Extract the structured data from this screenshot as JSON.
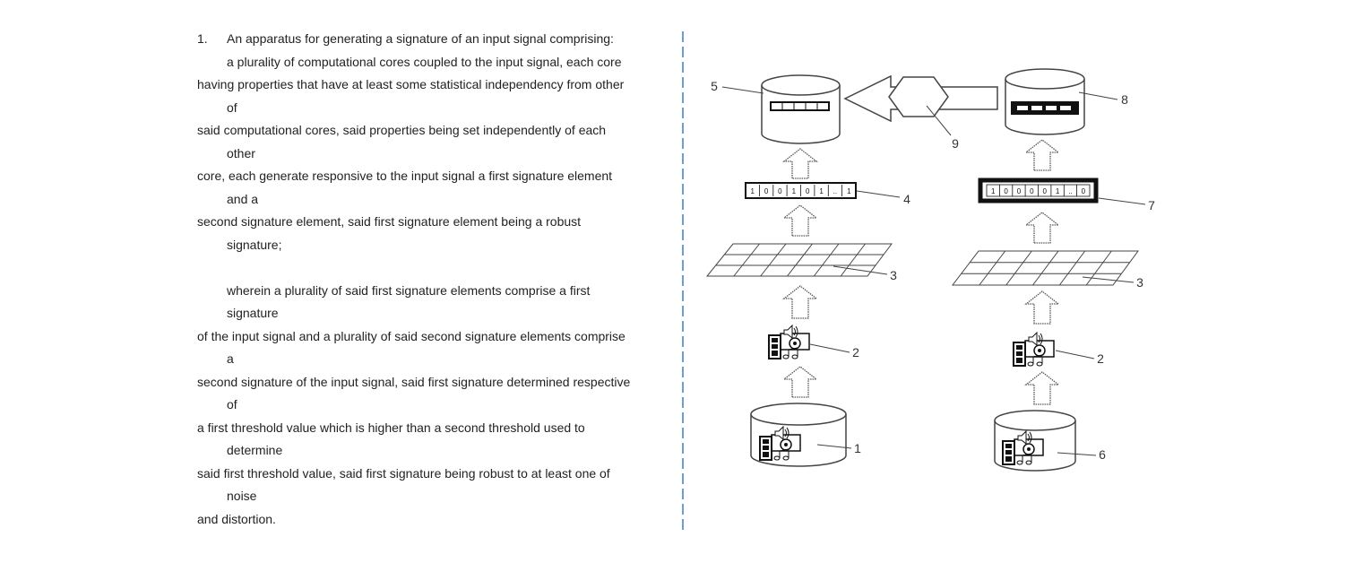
{
  "claim": {
    "number": "1.",
    "lines": [
      "An apparatus for generating a signature of an input signal comprising:",
      "a plurality of computational cores coupled to the input signal, each core",
      "having properties that have at least some statistical independency from other",
      "of",
      "said computational cores, said properties being set independently of each",
      "other",
      "core, each generate responsive to the input signal a first signature element",
      "and a",
      "second signature element, said first signature element being a robust",
      "signature;",
      "wherein a plurality of said first signature elements comprise a first",
      "signature",
      "of the input signal and a plurality of said second signature elements comprise",
      "a",
      "second signature of the input signal, said first signature determined respective",
      "of",
      "a first threshold value which is higher than a second threshold used to",
      "determine",
      "said first threshold value, said first signature being robust to at least one of",
      "noise",
      "and distortion."
    ]
  },
  "figure": {
    "labels": {
      "db_5": "5",
      "vector_4": "4",
      "grid_3_left": "3",
      "media_2_left": "2",
      "db_1": "1",
      "db_8": "8",
      "hexagon_9": "9",
      "vector_7": "7",
      "grid_3_right": "3",
      "media_2_right": "2",
      "db_6": "6"
    },
    "vector_4": {
      "bits": [
        "1",
        "0",
        "0",
        "1",
        "0",
        "1",
        "..",
        "1"
      ]
    },
    "vector_7": {
      "bits": [
        "1",
        "0",
        "0",
        "0",
        "0",
        "1",
        "..",
        "0"
      ]
    }
  },
  "colors": {
    "divider": "#3d7ebf",
    "text": "#222222",
    "drawing": "#444444"
  }
}
